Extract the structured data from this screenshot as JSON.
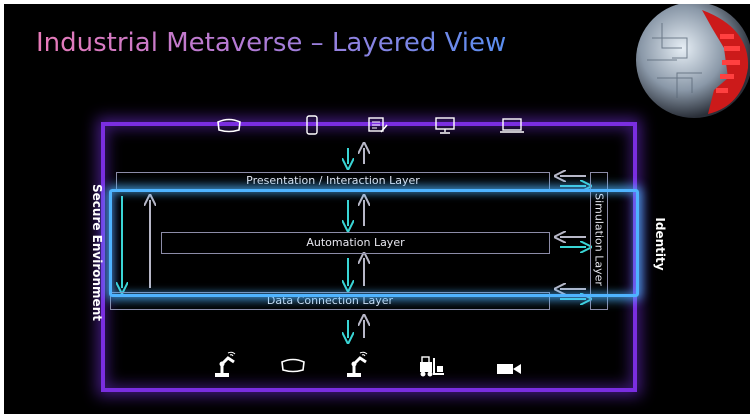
{
  "title": "Industrial Metaverse – Layered View",
  "layers": {
    "presentation": "Presentation / Interaction Layer",
    "automation": "Automation Layer",
    "data_connection": "Data Connection Layer",
    "simulation": "Simulation Layer"
  },
  "side_labels": {
    "left": "Secure Environment",
    "right": "Identity"
  },
  "top_devices": [
    "headset-icon",
    "phone-icon",
    "tablet-pen-icon",
    "desktop-icon",
    "laptop-icon"
  ],
  "bottom_devices": [
    "robot-arm-icon",
    "headset-icon",
    "robot-arm-icon",
    "forklift-icon",
    "camera-icon"
  ],
  "colors": {
    "frame": "#7a2ee0",
    "highlight": "#4fb4ff",
    "arrow_down": "#3ad6d6",
    "arrow_up": "#b8b8c8"
  }
}
